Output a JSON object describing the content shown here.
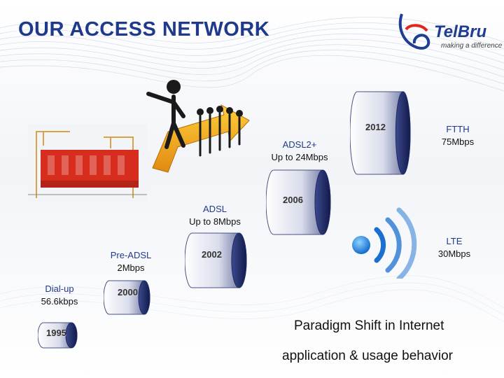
{
  "title": "OUR ACCESS NETWORK",
  "logo": {
    "brand": "TelBru",
    "tagline": "making a difference",
    "icon": "telbru-logo-icon"
  },
  "timeline": [
    {
      "year": "1995",
      "tech": "Dial-up",
      "speed": "56.6kbps"
    },
    {
      "year": "2000",
      "tech": "Pre-ADSL",
      "speed": "2Mbps"
    },
    {
      "year": "2002",
      "tech": "ADSL",
      "speed": "Up to 8Mbps"
    },
    {
      "year": "2006",
      "tech": "ADSL2+",
      "speed": "Up to 24Mbps"
    },
    {
      "year": "2012",
      "tech": "FTTH",
      "speed": "75Mbps"
    }
  ],
  "lte": {
    "tech": "LTE",
    "speed": "30Mbps",
    "icon": "wireless-signal-icon"
  },
  "illustrations": {
    "website": "website-construction-icon",
    "figures": "leader-figures-arrow-icon"
  },
  "footer": {
    "line1": "Paradigm Shift in Internet",
    "line2": "application & usage behavior"
  },
  "colors": {
    "title": "#1f3a8a",
    "cylinder_dark": "#1c2a66",
    "cylinder_light": "#e8eaf2",
    "accent": "#e0281e"
  }
}
